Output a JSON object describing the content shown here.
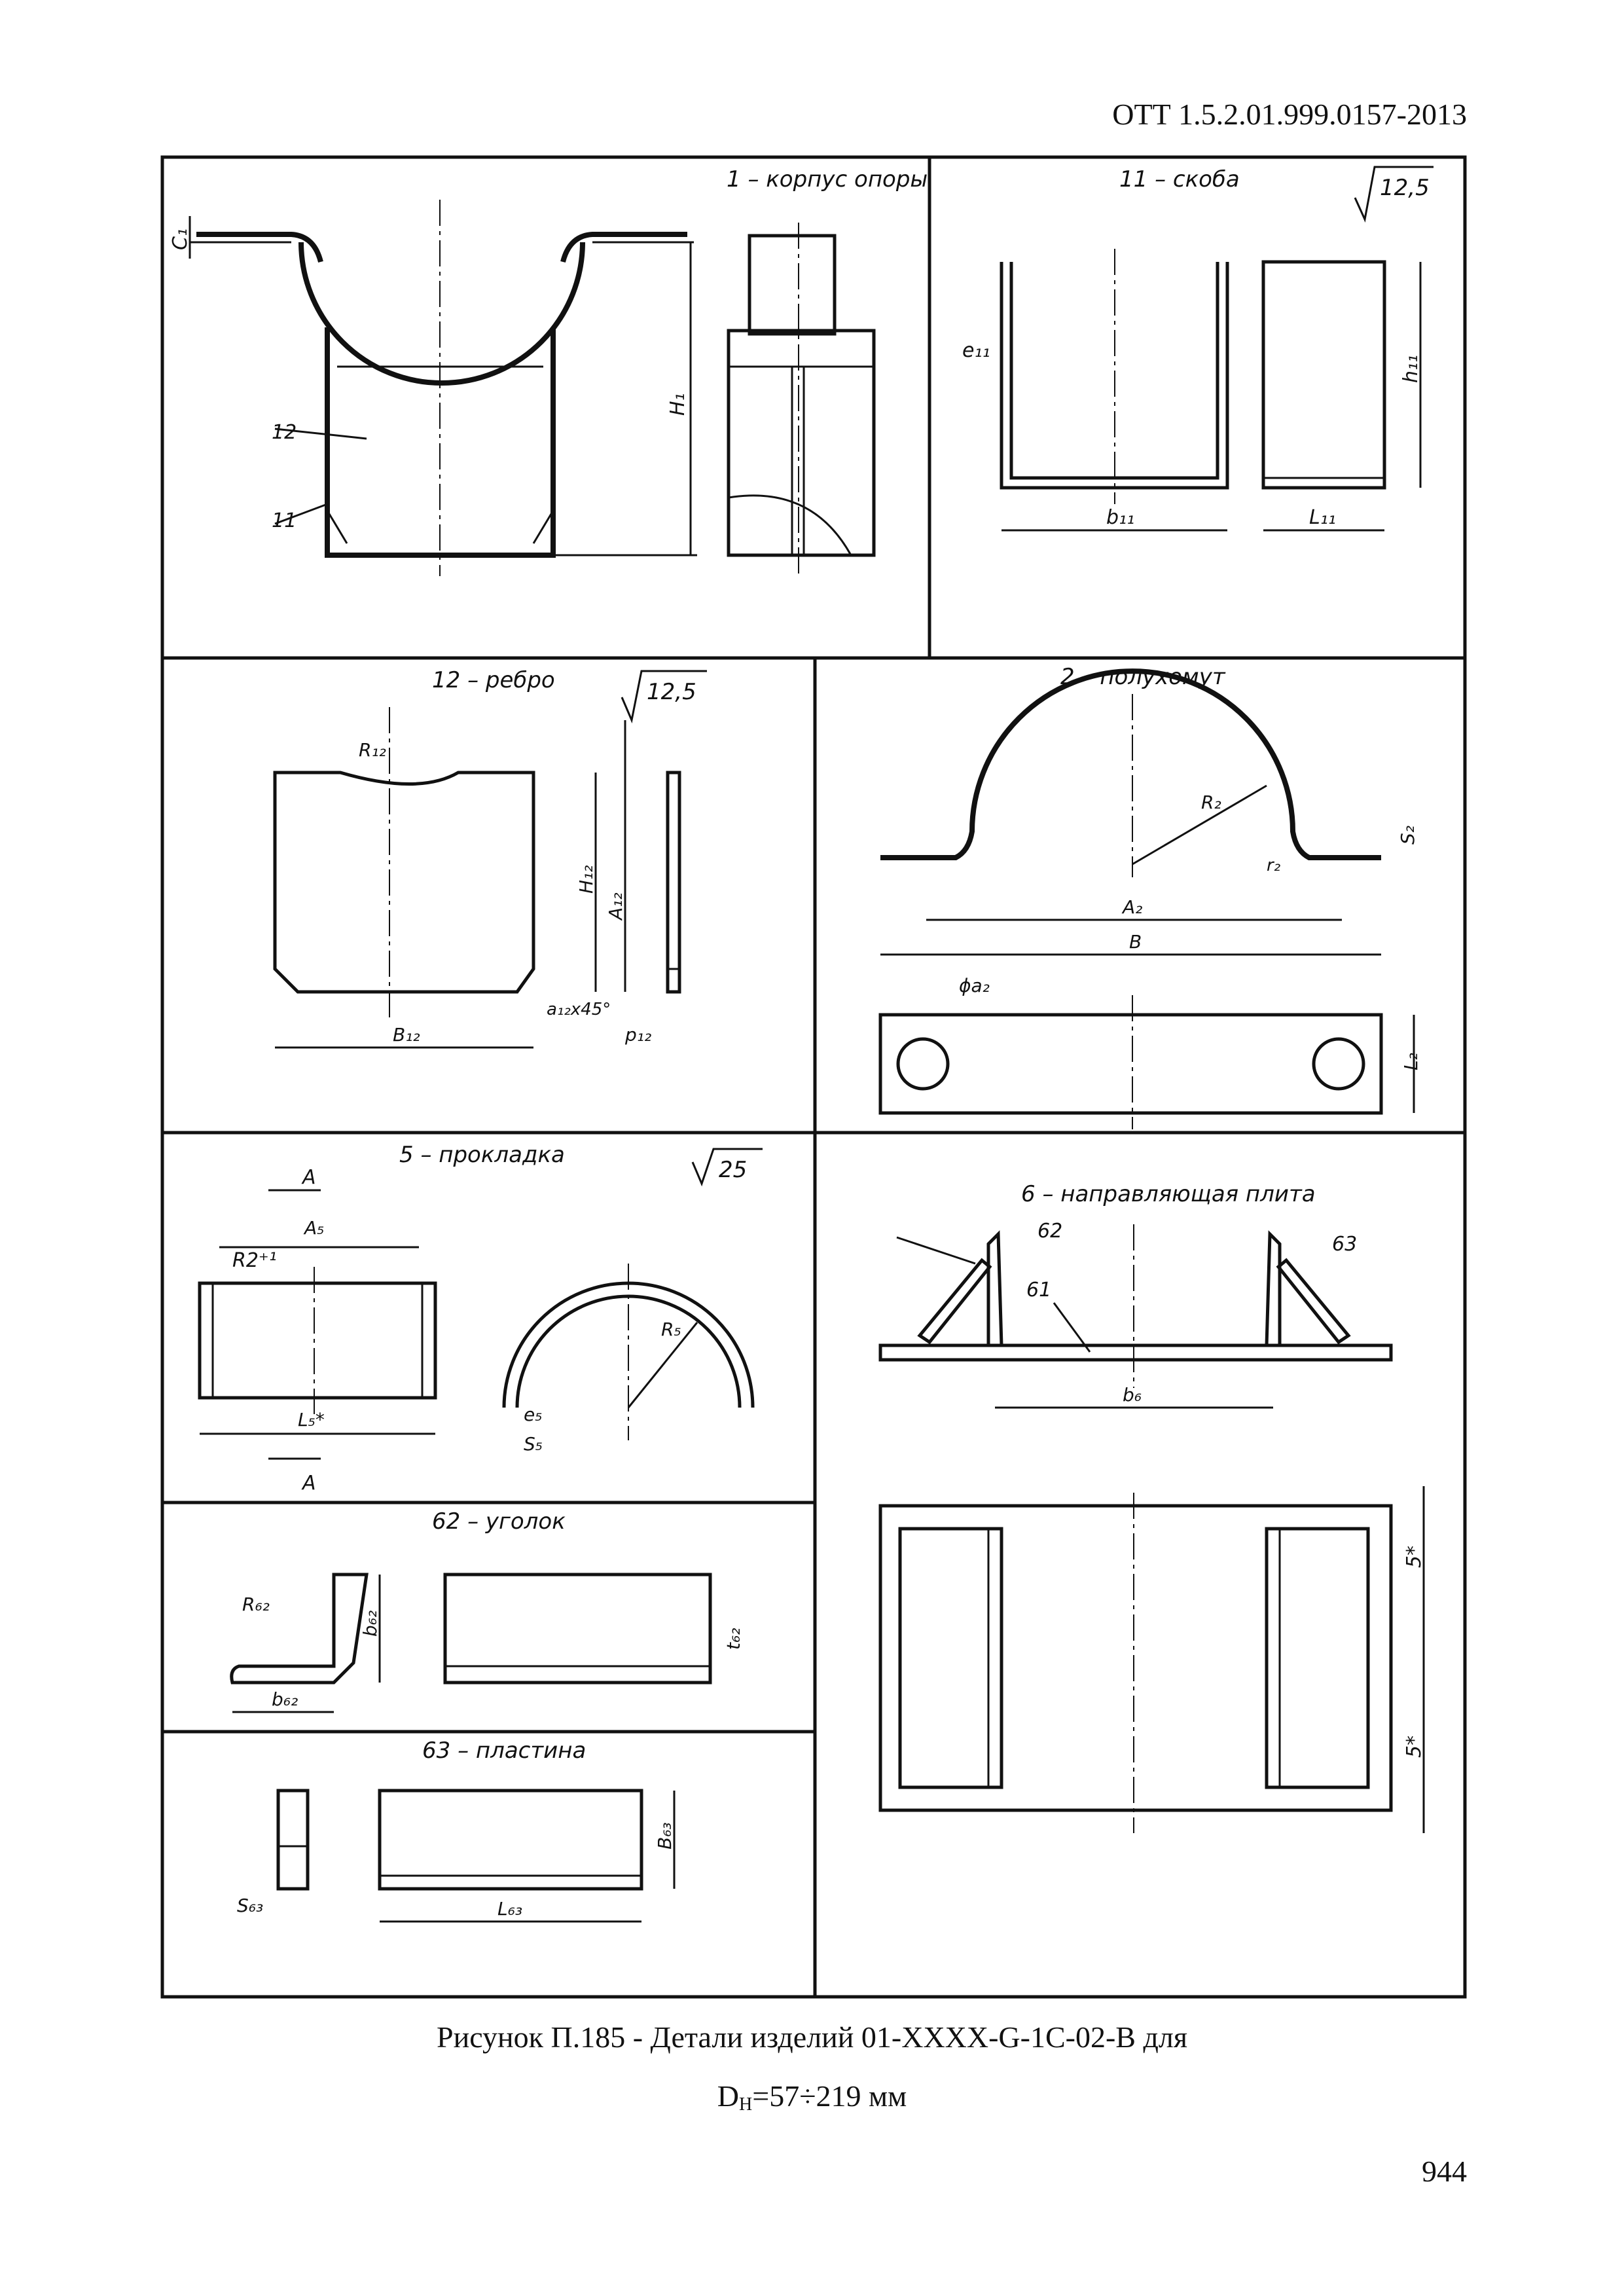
{
  "header": {
    "doc_code": "ОТТ 1.5.2.01.999.0157-2013"
  },
  "panels": {
    "p1": {
      "title": "1 – корпус опоры",
      "labels": {
        "c1": "C₁",
        "h1": "H₁",
        "n12": "12",
        "n11": "11"
      }
    },
    "p11": {
      "title": "11 – скоба",
      "roughness": "12,5",
      "labels": {
        "e11": "e₁₁",
        "h11": "h₁₁",
        "b11": "b₁₁",
        "l11": "L₁₁"
      }
    },
    "p12": {
      "title": "12 – ребро",
      "roughness": "12,5",
      "labels": {
        "r12": "R₁₂",
        "h12": "H₁₂",
        "a12": "A₁₂",
        "b12": "B₁₂",
        "chamfer": "a₁₂x45°",
        "p12": "p₁₂"
      }
    },
    "p2": {
      "title": "2 – полухомут",
      "labels": {
        "r2": "R₂",
        "s2": "S₂",
        "r2s": "r₂",
        "a2": "A₂",
        "b": "B",
        "da2": "ϕa₂",
        "l2": "L₂"
      }
    },
    "p5": {
      "title": "5 – прокладка",
      "roughness": "25",
      "labels": {
        "sec_a_top": "A",
        "sec_a_bot": "A",
        "a5": "A₅",
        "r2": "R2⁺¹",
        "l5": "L₅*",
        "r5": "R₅",
        "e5": "e₅",
        "s5": "S₅"
      }
    },
    "p6": {
      "title": "6 – направляющая плита",
      "labels": {
        "n62": "62",
        "n63": "63",
        "n61": "61",
        "b6": "b₆",
        "five1": "5*",
        "five2": "5*"
      }
    },
    "p62": {
      "title": "62 – уголок",
      "labels": {
        "r62": "R₆₂",
        "b62v": "b₆₂",
        "b62h": "b₆₂",
        "t62": "t₆₂"
      }
    },
    "p63": {
      "title": "63 – пластина",
      "labels": {
        "s63": "S₆₃",
        "l63": "L₆₃",
        "b63": "B₆₃"
      }
    }
  },
  "caption": {
    "line1": "Рисунок П.185 - Детали изделий 01-XXXX-G-1C-02-B для",
    "line2_prefix": "D",
    "line2_sub": "Н",
    "line2_rest": "=57÷219 мм"
  },
  "footer": {
    "page_number": "944"
  }
}
